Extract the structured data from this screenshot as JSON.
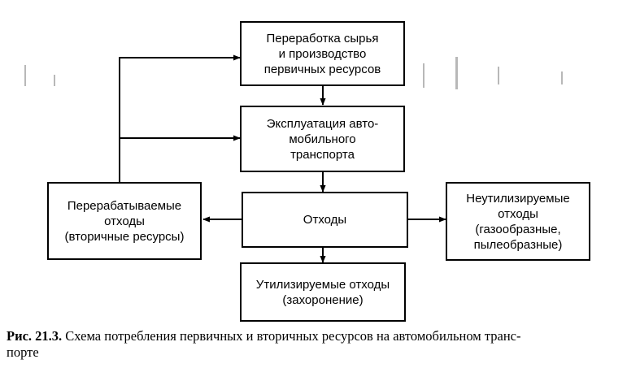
{
  "diagram": {
    "nodes": {
      "raw_processing": [
        "Переработка сырья",
        "и производство",
        "первичных ресурсов"
      ],
      "operation": [
        "Эксплуатация авто-",
        "мобильного",
        "транспорта"
      ],
      "waste": [
        "Отходы"
      ],
      "recyclable": [
        "Перерабатываемые",
        "отходы",
        "(вторичные ресурсы)"
      ],
      "non_utilizable": [
        "Неутилизируемые",
        "отходы",
        "(газообразные,",
        "пылеобразные)"
      ],
      "utilizable": [
        "Утилизируемые отходы",
        "(захоронение)"
      ]
    },
    "edges": [
      {
        "from": "raw_processing",
        "to": "operation"
      },
      {
        "from": "operation",
        "to": "waste"
      },
      {
        "from": "waste",
        "to": "utilizable"
      },
      {
        "from": "waste",
        "to": "recyclable"
      },
      {
        "from": "waste",
        "to": "non_utilizable"
      },
      {
        "from": "recyclable",
        "to": "raw_processing"
      },
      {
        "from": "recyclable",
        "to": "operation"
      }
    ]
  },
  "caption": {
    "number": "Рис. 21.3.",
    "text": "Схема потребления первичных и вторичных ресурсов на автомобильном транс-",
    "text_cont": "порте"
  }
}
